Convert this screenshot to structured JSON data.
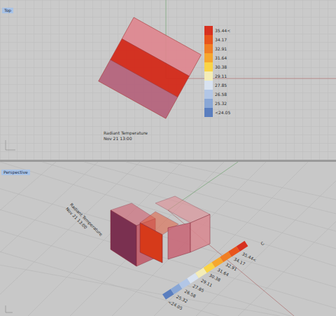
{
  "diagram": {
    "labels": [
      "Top",
      "C",
      "Radiant Temperature",
      "Nov 21 13:00",
      "Perspective",
      "Radiant Temperature",
      "Nov 21 13:00",
      "C"
    ],
    "legend": [
      {
        "text": "35.44<",
        "color": "#d7301f"
      },
      {
        "text": "34.17",
        "color": "#e8541c"
      },
      {
        "text": "32.91",
        "color": "#f07e24"
      },
      {
        "text": "31.64",
        "color": "#f6a72d"
      },
      {
        "text": "30.38",
        "color": "#fad447"
      },
      {
        "text": "29.11",
        "color": "#f4ecb6"
      },
      {
        "text": "27.85",
        "color": "#d8e2f0"
      },
      {
        "text": "26.58",
        "color": "#b2c6e6"
      },
      {
        "text": "25.32",
        "color": "#89a7d6"
      },
      {
        "text": "<24.05",
        "color": "#5a7ebf"
      },
      {
        "text": "<24.05",
        "color": "#5a7ebf"
      },
      {
        "text": "25.32",
        "color": "#89a7d6"
      },
      {
        "text": "26.58",
        "color": "#b2c6e6"
      },
      {
        "text": "27.85",
        "color": "#d8e2f0"
      },
      {
        "text": "29.11",
        "color": "#f4ecb6"
      },
      {
        "text": "30.38",
        "color": "#fad447"
      },
      {
        "text": "31.64",
        "color": "#f6a72d"
      },
      {
        "text": "32.91",
        "color": "#f07e24"
      },
      {
        "text": "34.17",
        "color": "#e8541c"
      },
      {
        "text": "35.44<",
        "color": "#d7301f"
      }
    ]
  }
}
